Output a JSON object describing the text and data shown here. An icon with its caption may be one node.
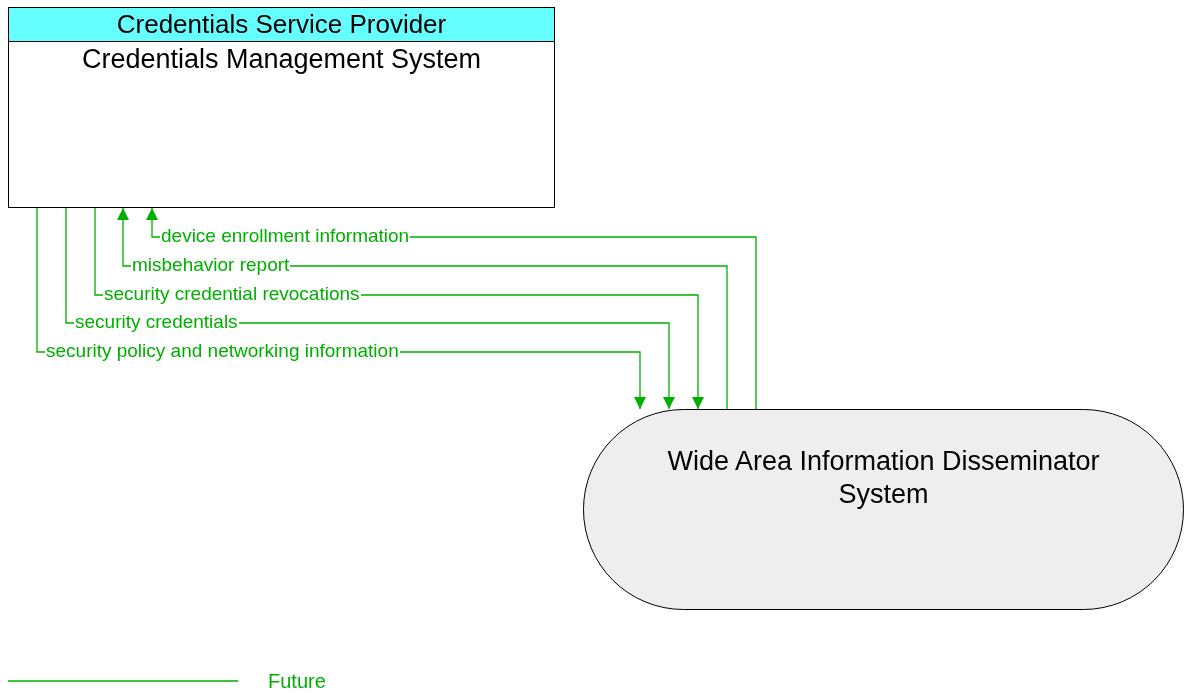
{
  "diagram": {
    "nodes": [
      {
        "text": [
          "Credentials Service Provider",
          "Credentials Management System"
        ]
      },
      {
        "text": [
          "Wide Area Information Disseminator System"
        ]
      }
    ],
    "edges": [
      {
        "from": 1,
        "to": 0,
        "arrow": "to",
        "label": "device enrollment information"
      },
      {
        "from": 1,
        "to": 0,
        "arrow": "to",
        "label": "misbehavior report"
      },
      {
        "from": 0,
        "to": 1,
        "arrow": "to",
        "label": "security credential revocations"
      },
      {
        "from": 0,
        "to": 1,
        "arrow": "to",
        "label": "security credentials"
      },
      {
        "from": 0,
        "to": 1,
        "arrow": "to",
        "label": "security policy and networking information"
      }
    ],
    "legend": [
      {
        "text": "Future"
      }
    ]
  }
}
